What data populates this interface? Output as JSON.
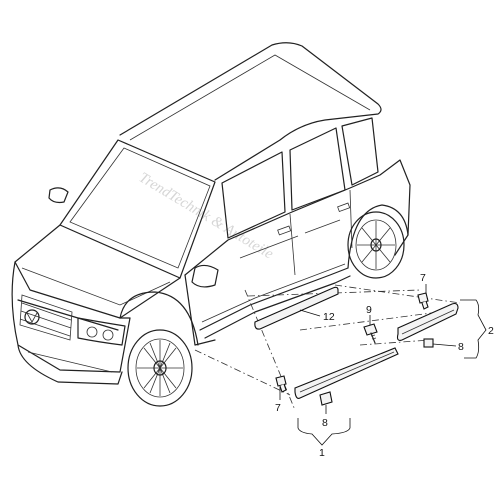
{
  "watermark": "TrendTechnik & Autoteile",
  "callouts": [
    {
      "id": "1",
      "label": "1"
    },
    {
      "id": "2",
      "label": "2"
    },
    {
      "id": "7a",
      "label": "7"
    },
    {
      "id": "7b",
      "label": "7"
    },
    {
      "id": "8a",
      "label": "8"
    },
    {
      "id": "8b",
      "label": "8"
    },
    {
      "id": "9",
      "label": "9"
    },
    {
      "id": "12",
      "label": "12"
    }
  ]
}
